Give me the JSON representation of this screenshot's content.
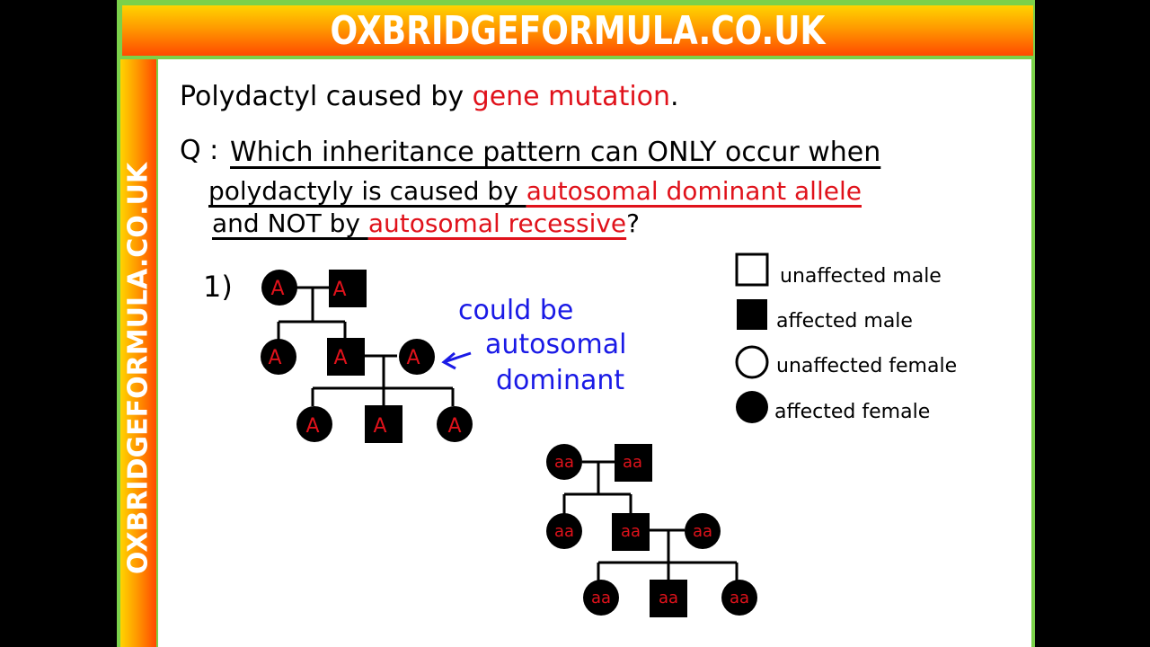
{
  "banner": {
    "text": "OXBRIDGEFORMULA.CO.UK"
  },
  "sidebar": {
    "text": "OXBRIDGEFORMULA.CO.UK"
  },
  "heading": {
    "prefix": "Polydactyl caused by ",
    "highlight": "gene mutation",
    "suffix": "."
  },
  "question": {
    "marker": "Q :",
    "line1": "Which inheritance pattern can ONLY occur when",
    "line2_a": "polydactyly is caused by ",
    "line2_b": "autosomal dominant allele",
    "line3_a": "and NOT by ",
    "line3_b": "autosomal recessive",
    "line3_c": "?"
  },
  "example_number": "1)",
  "annotation": {
    "line1": "could be",
    "line2": "autosomal",
    "line3": "dominant"
  },
  "pedigree_dominant": {
    "label": "A"
  },
  "pedigree_recessive": {
    "label": "aa"
  },
  "key": [
    {
      "label": "unaffected male"
    },
    {
      "label": "affected male"
    },
    {
      "label": "unaffected female"
    },
    {
      "label": "affected female"
    }
  ],
  "colors": {
    "highlight": "#e0121b",
    "annotation": "#1a1ae6",
    "frame": "#7bd14a"
  }
}
